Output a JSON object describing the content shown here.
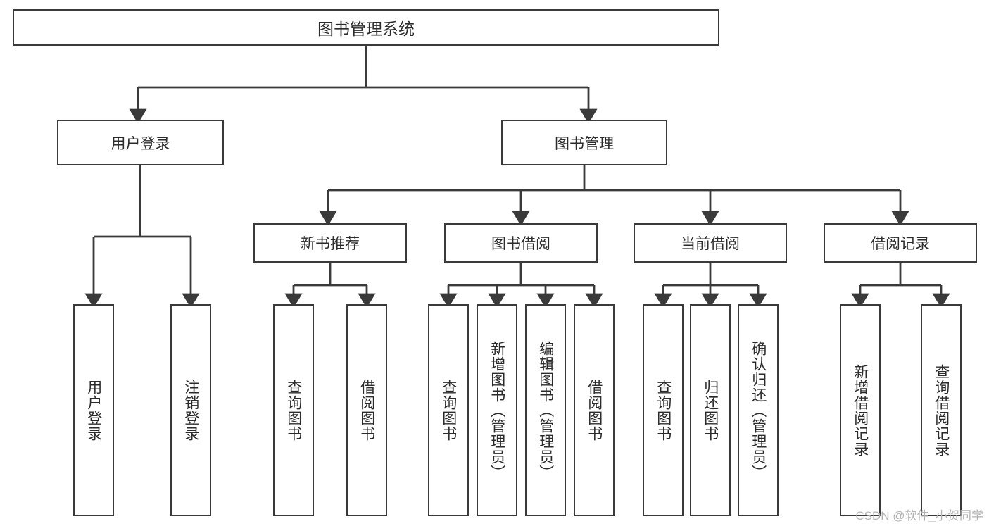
{
  "diagram": {
    "type": "tree",
    "title": "图书管理系统",
    "root": {
      "label": "图书管理系统"
    },
    "level2": [
      {
        "label": "用户登录"
      },
      {
        "label": "图书管理"
      }
    ],
    "level3": [
      {
        "label": "新书推荐"
      },
      {
        "label": "图书借阅"
      },
      {
        "label": "当前借阅"
      },
      {
        "label": "借阅记录"
      }
    ],
    "leaves": {
      "user_login": [
        {
          "label": "用户登录"
        },
        {
          "label": "注销登录"
        }
      ],
      "new_book_recommend": [
        {
          "label": "查询图书"
        },
        {
          "label": "借阅图书"
        }
      ],
      "book_borrow": [
        {
          "label": "查询图书"
        },
        {
          "label": "新增图书（管理员）"
        },
        {
          "label": "编辑图书（管理员）"
        },
        {
          "label": "借阅图书"
        }
      ],
      "current_borrow": [
        {
          "label": "查询图书"
        },
        {
          "label": "归还图书"
        },
        {
          "label": "确认归还（管理员）"
        }
      ],
      "borrow_record": [
        {
          "label": "新增借阅记录"
        },
        {
          "label": "查询借阅记录"
        }
      ]
    },
    "watermark": "CSDN @软件_小贺同学",
    "colors": {
      "border": "#3a3a3a",
      "text": "#2b2b2b",
      "background": "#ffffff",
      "watermark": "#b3b3b3"
    }
  }
}
